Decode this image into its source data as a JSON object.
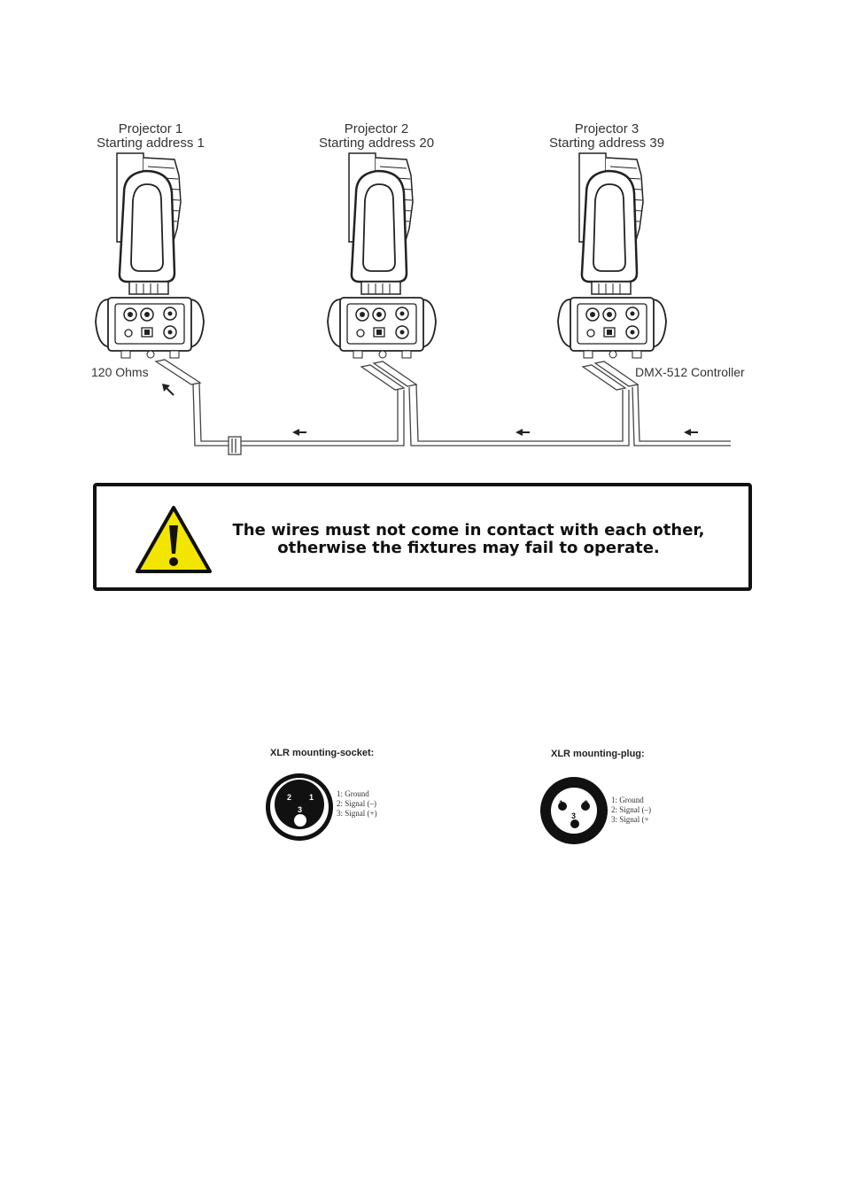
{
  "projectors": [
    {
      "name": "Projector 1",
      "address": "Starting address 1"
    },
    {
      "name": "Projector 2",
      "address": "Starting address 20"
    },
    {
      "name": "Projector 3",
      "address": "Starting address 39"
    }
  ],
  "terminator_label": "120 Ohms",
  "controller_label": "DMX-512 Controller",
  "warning": {
    "line1": "The wires must not come in contact with each other,",
    "line2": "otherwise the fixtures may fail to operate.",
    "icon": "warning-triangle-icon",
    "icon_color": "#f2e600"
  },
  "xlr_socket": {
    "title": "XLR mounting-socket:",
    "pins": [
      "1: Ground",
      "2: Signal (–)",
      "3: Signal (+)"
    ],
    "pin_numbers": [
      "2",
      "1",
      "3"
    ]
  },
  "xlr_plug": {
    "title": "XLR mounting-plug:",
    "pins": [
      "1: Ground",
      "2: Signal (–)",
      "3: Signal (+"
    ],
    "pin_numbers": [
      "1",
      "2",
      "3"
    ]
  }
}
